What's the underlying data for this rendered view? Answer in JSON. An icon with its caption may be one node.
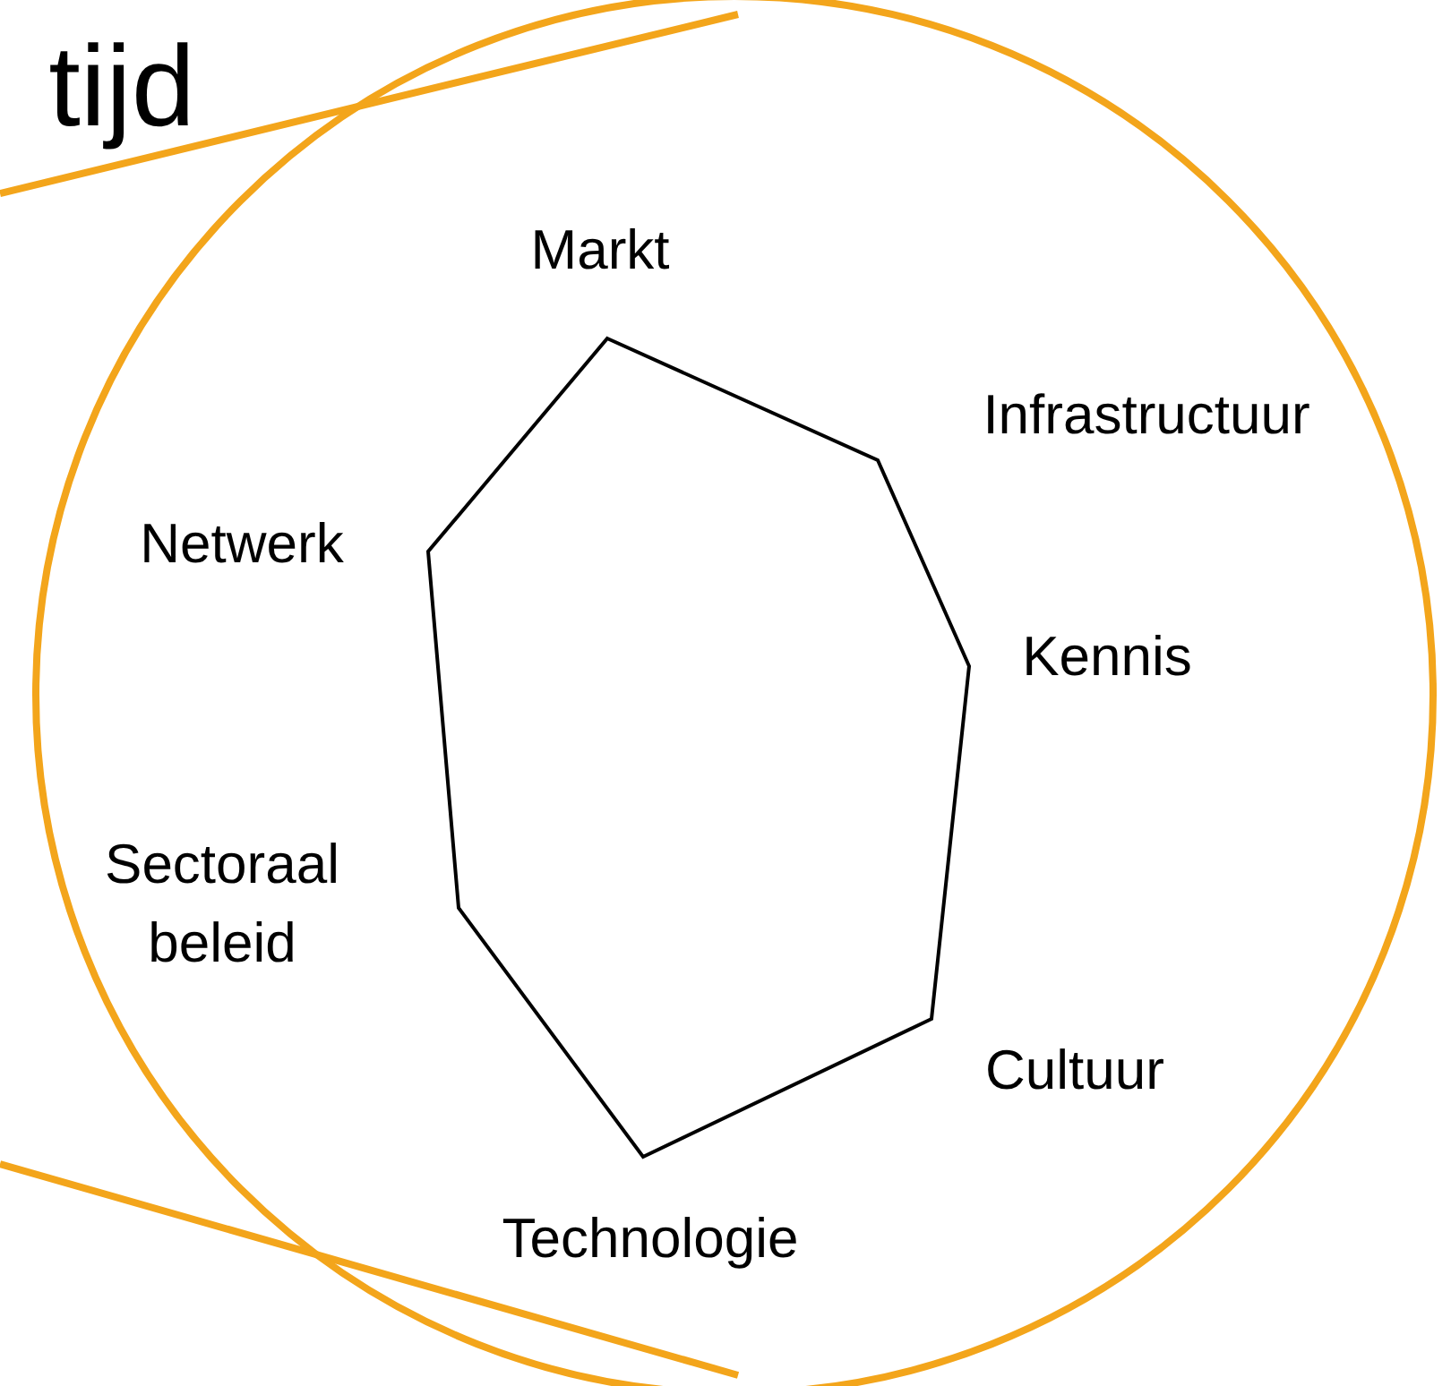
{
  "diagram": {
    "nodes": [
      {
        "text": [],
        "shape": "heptagon"
      }
    ],
    "labels": [
      "tijd",
      "Markt",
      "Infrastructuur",
      "Netwerk",
      "Kennis",
      "Sectoraal beleid",
      "Cultuur",
      "Technologie"
    ]
  }
}
